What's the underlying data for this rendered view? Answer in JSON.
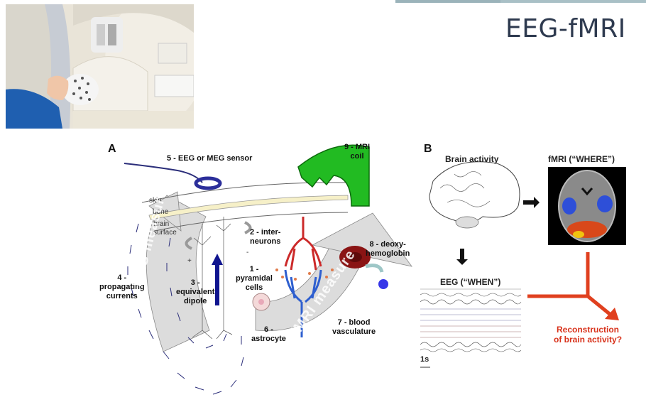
{
  "slide": {
    "title": "EEG-fMRI",
    "accent_bar_color": "#a9c0c6",
    "title_color": "#2e3a4f"
  },
  "photo": {
    "description": "Person lying in MRI scanner wearing EEG electrode cap"
  },
  "panel_a": {
    "letter": "A",
    "labels": {
      "sensor": "5 - EEG or MEG sensor",
      "mri_coil": "9 - MRI\ncoil",
      "skin": "skin",
      "bone": "bone",
      "brain_surface": "brain\nsurface",
      "interneurons": "2 - inter-\nneurons",
      "pyramidal": "1 -\npyramidal\ncells",
      "dipole": "3 -\nequivalent\ndipole",
      "propagating": "4 -\npropagating\ncurrents",
      "deoxy": "8 - deoxy-\nhemoglobin",
      "blood": "7 - blood\nvasculature",
      "astrocyte": "6 -\nastrocyte",
      "eeg_measure": "EEG measure",
      "fmri_measure": "fMRI measure",
      "plus": "+",
      "minus": "-"
    }
  },
  "panel_b": {
    "letter": "B",
    "brain_activity": "Brain activity",
    "fmri": "fMRI (“WHERE”)",
    "eeg": "EEG (“WHEN”)",
    "scale": "1s",
    "reconstruction": "Reconstruction\nof brain activity?",
    "reconstruction_color": "#d8321b"
  }
}
